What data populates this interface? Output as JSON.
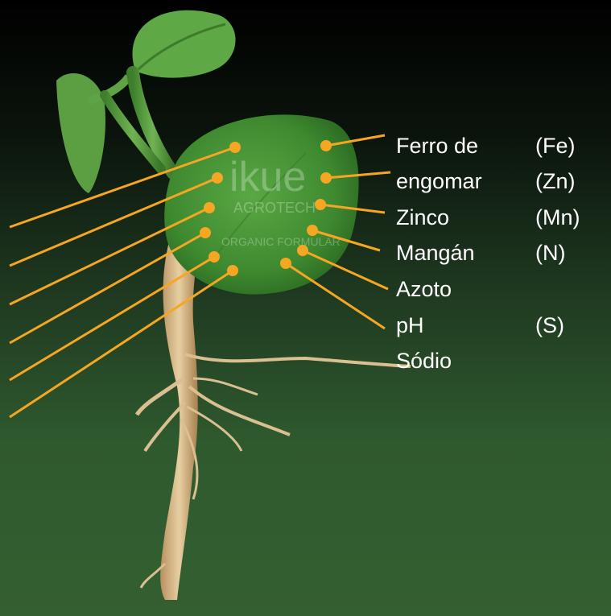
{
  "colors": {
    "leader_line": "#f5a623",
    "label_text": "#ffffff",
    "leaf": "#4e9a3a",
    "root": "#d8b98a"
  },
  "labels": {
    "left_column": [
      "Ferro de",
      "engomar",
      "Zinco",
      "Mangán",
      "Azoto",
      "pH",
      "Sódio"
    ],
    "right_column": [
      "(Fe)",
      "(Zn)",
      "(Mn)",
      "(N)",
      "(S)"
    ]
  },
  "watermark": {
    "brand": "ikue",
    "line1": "AGROTECH",
    "line2": "ORGANIC FORMULAR"
  }
}
